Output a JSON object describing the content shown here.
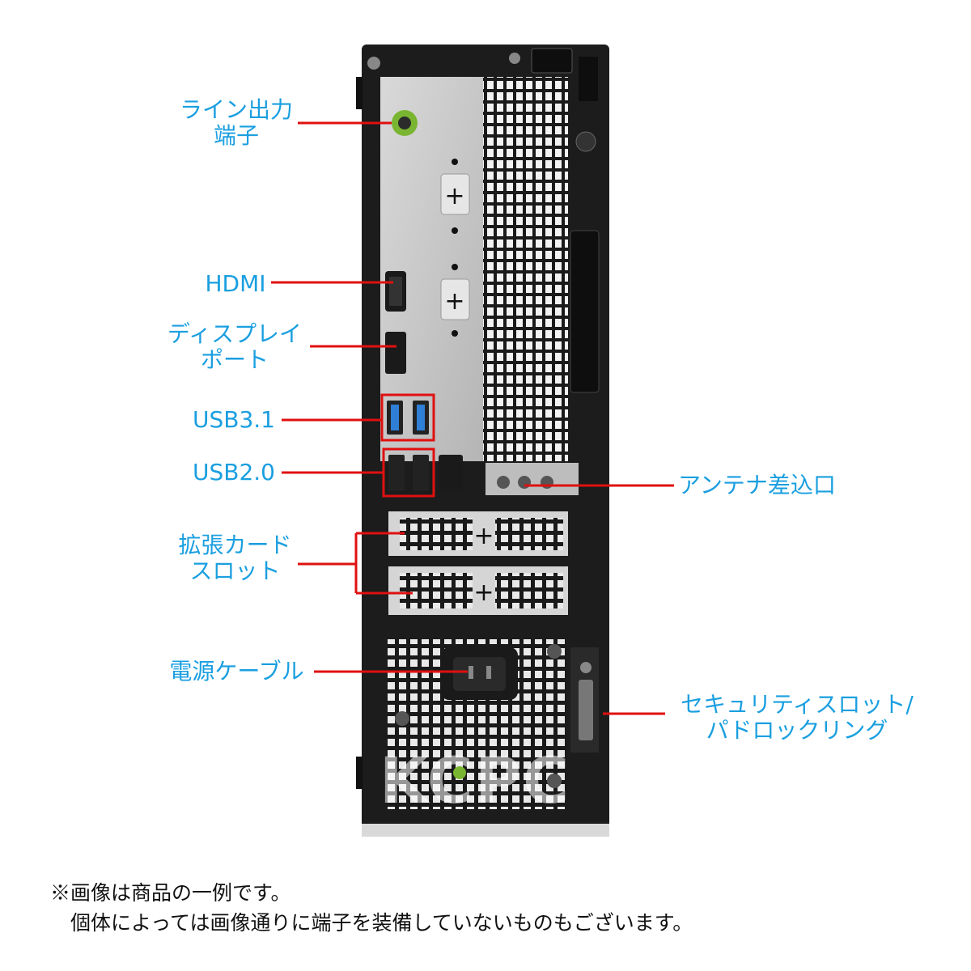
{
  "labels": {
    "line_out": [
      "ライン出力",
      "端子"
    ],
    "hdmi": "HDMI",
    "displayport": [
      "ディスプレイ",
      "ポート"
    ],
    "usb31": "USB3.1",
    "usb20": "USB2.0",
    "antenna": "アンテナ差込口",
    "expansion": [
      "拡張カード",
      "スロット"
    ],
    "power": "電源ケーブル",
    "security": [
      "セキュリティスロット/",
      "パドロックリング"
    ]
  },
  "watermark": "KCPC",
  "notes": [
    "※画像は商品の一例です。",
    "　個体によっては画像通りに端子を装備していないものもございます。"
  ],
  "colors": {
    "label_text": "#1a9fe0",
    "leader_line": "#e01010",
    "chassis": "#1c1c1c",
    "io_plate": "#c7c7c7",
    "usb3_blue": "#2f7fd6",
    "audio_green": "#8cc63f"
  }
}
